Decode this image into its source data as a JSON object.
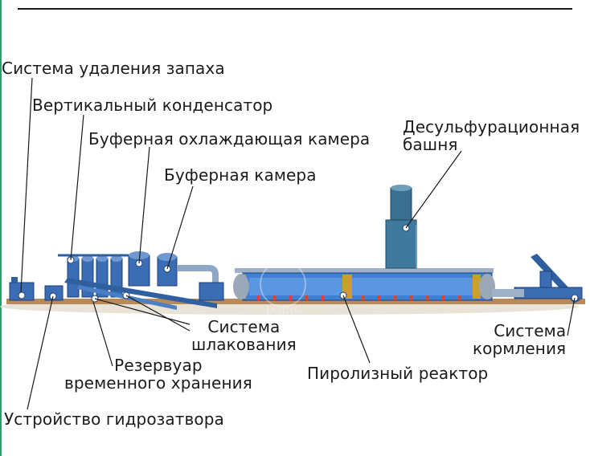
{
  "labels": {
    "odor_removal": "Система удаления запаха",
    "vertical_condenser": "Вертикальный конденсатор",
    "buffer_cooling_chamber": "Буферная охлаждающая камера",
    "buffer_chamber": "Буферная камера",
    "desulfurization_tower": "Десульфурационная\nбашня",
    "slagging_system": "Система\nшлакования",
    "temporary_storage_tank": "Резервуар\nвременного хранения",
    "pyrolysis_reactor": "Пиролизный реактор",
    "feeding_system": "Система\nкормления",
    "water_seal_device": "Устройство гидрозатвора"
  },
  "watermark": "DOING",
  "colors": {
    "pipe_blue": "#2f5f9e",
    "reactor_blue": "#3f7fd4",
    "leader_line": "#1a1a1a",
    "ground": "#e9e2d6"
  }
}
